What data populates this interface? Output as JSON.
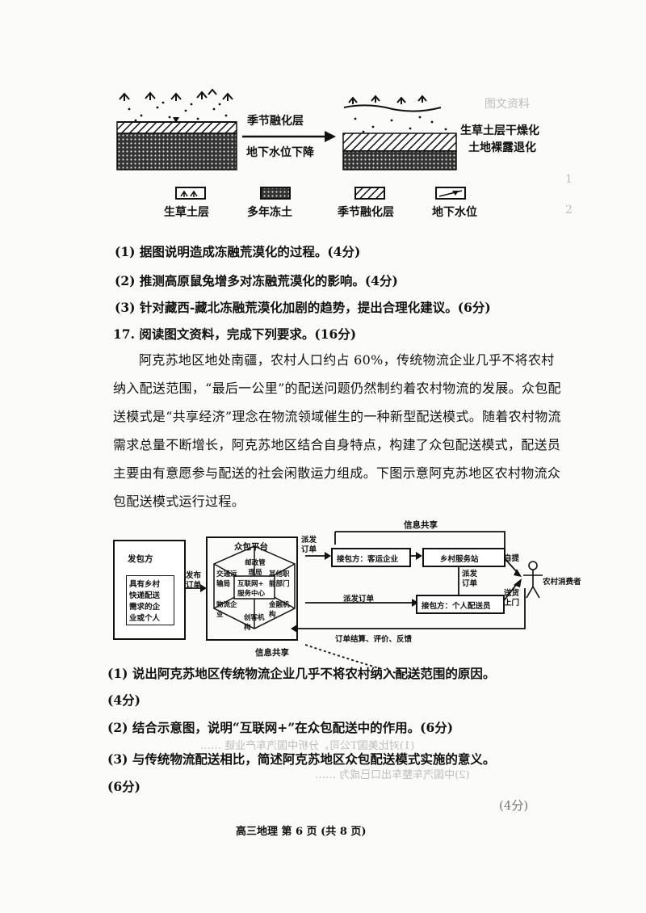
{
  "figure1": {
    "arrow_top_label": "季节融化层",
    "arrow_bottom_label": "地下水位下降",
    "right_label_1": "生草土层干燥化",
    "right_label_2": "土地裸露退化",
    "legend": [
      {
        "label": "生草土层"
      },
      {
        "label": "多年冻土"
      },
      {
        "label": "季节融化层"
      },
      {
        "label": "地下水位"
      }
    ],
    "bleed_top": "图文资料",
    "bleed_right_1": "1",
    "bleed_right_2": "2"
  },
  "questions_16": [
    "(1) 据图说明造成冻融荒漠化的过程。(4分)",
    "(2) 推测高原鼠兔增多对冻融荒漠化的影响。(4分)",
    "(3) 针对藏西-藏北冻融荒漠化加剧的趋势，提出合理化建议。(6分)"
  ],
  "q17": {
    "heading": "17. 阅读图文资料，完成下列要求。(16分)",
    "paragraph_lines": [
      "阿克苏地区地处南疆，农村人口约占 60%，传统物流企业几乎不将农村",
      "纳入配送范围，“最后一公里”的配送问题仍然制约着农村物流的发展。众包配",
      "送模式是“共享经济”理念在物流领域催生的一种新型配送模式。随着农村物流",
      "需求总量不断增长，阿克苏地区结合自身特点，构建了众包配送模式，配送员",
      "主要由有意愿参与配送的社会闲散运力组成。下图示意阿克苏地区农村物流众",
      "包配送模式运行过程。"
    ],
    "questions": [
      "(1) 说出阿克苏地区传统物流企业几乎不将农村纳入配送范围的原因。",
      "(4分)",
      "(2) 结合示意图，说明“互联网+”在众包配送中的作用。(6分)",
      "(3) 与传统物流配送相比，简述阿克苏地区众包配送模式实施的意义。",
      "(6分)"
    ]
  },
  "figure2": {
    "sender_title": "发包方",
    "sender_inner": [
      "具有乡村",
      "快递配送",
      "需求的企",
      "业或个人"
    ],
    "publish_order": [
      "发布",
      "订单"
    ],
    "platform_title": "众包平台",
    "platform_cells": [
      "邮政管理局",
      "交通运输局",
      "其他职能部门",
      "物流企业",
      "金融机构",
      "创客机构"
    ],
    "platform_center": [
      "互联网+",
      "服务中心"
    ],
    "dispatch_order_top": [
      "派发",
      "订单"
    ],
    "receiver1": "接包方：客运企业",
    "service_station": "乡村服务站",
    "self_pickup": "自提",
    "dispatch_order_mid": [
      "派发",
      "订单"
    ],
    "delivery_door": [
      "送货",
      "上门"
    ],
    "consumer": "农村消费者",
    "dispatch_order_bottom": "派发订单",
    "receiver2": "接包方：个人配送员",
    "feedback": "订单结算、评价、反馈",
    "info_share_top": "信息共享",
    "info_share_bottom": "信息共享"
  },
  "footer": {
    "page_label": "高三地理 第 6 页 (共 8 页)",
    "score_right": "(4分)"
  },
  "bleed_through": [
    "(1)对比美国T公司，分析中国汽车产业链 ……",
    "(2)中国汽车整车出口已成为 ……"
  ]
}
